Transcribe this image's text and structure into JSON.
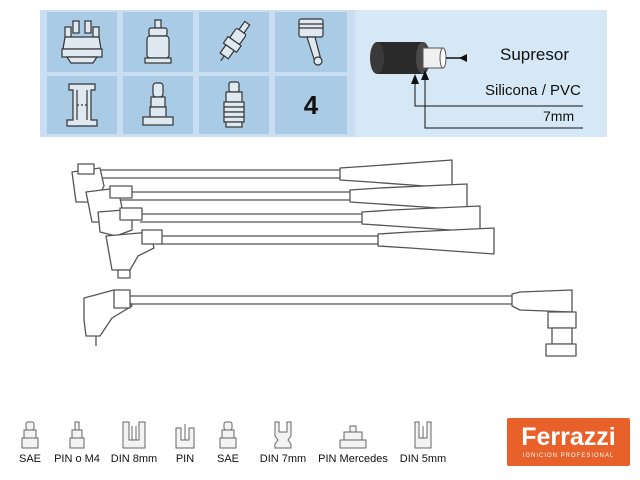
{
  "spec_panel": {
    "cylinders": "4",
    "icons": [
      "distributor-cap-icon",
      "ignition-coil-icon",
      "spark-plug-icon",
      "piston-icon"
    ],
    "terminals": [
      "distributor-terminal-icon",
      "coil-terminal-icon",
      "plug-terminal-icon"
    ]
  },
  "cable_legend": {
    "suppressor_label": "Supresor",
    "insulation_label": "Silicona / PVC",
    "diameter_label": "7mm"
  },
  "terminal_types": [
    {
      "label": "SAE",
      "icon": "sae-terminal-icon"
    },
    {
      "label": "PIN o M4",
      "icon": "pin-m4-terminal-icon"
    },
    {
      "label": "DIN 8mm",
      "icon": "din-8mm-terminal-icon"
    },
    {
      "label": "PIN",
      "icon": "pin-terminal-icon"
    },
    {
      "label": "SAE",
      "icon": "sae-terminal-icon"
    },
    {
      "label": "DIN 7mm",
      "icon": "din-7mm-terminal-icon"
    },
    {
      "label": "PIN Mercedes",
      "icon": "pin-mercedes-terminal-icon"
    },
    {
      "label": "DIN 5mm",
      "icon": "din-5mm-terminal-icon"
    }
  ],
  "brand": {
    "name": "Ferrazzi",
    "tagline": "IGNICION PROFESIONAL",
    "color": "#e8602a"
  },
  "colors": {
    "panel_bg": "#c9dff1",
    "cell_bg": "#a9cbe6",
    "line": "#555555"
  }
}
